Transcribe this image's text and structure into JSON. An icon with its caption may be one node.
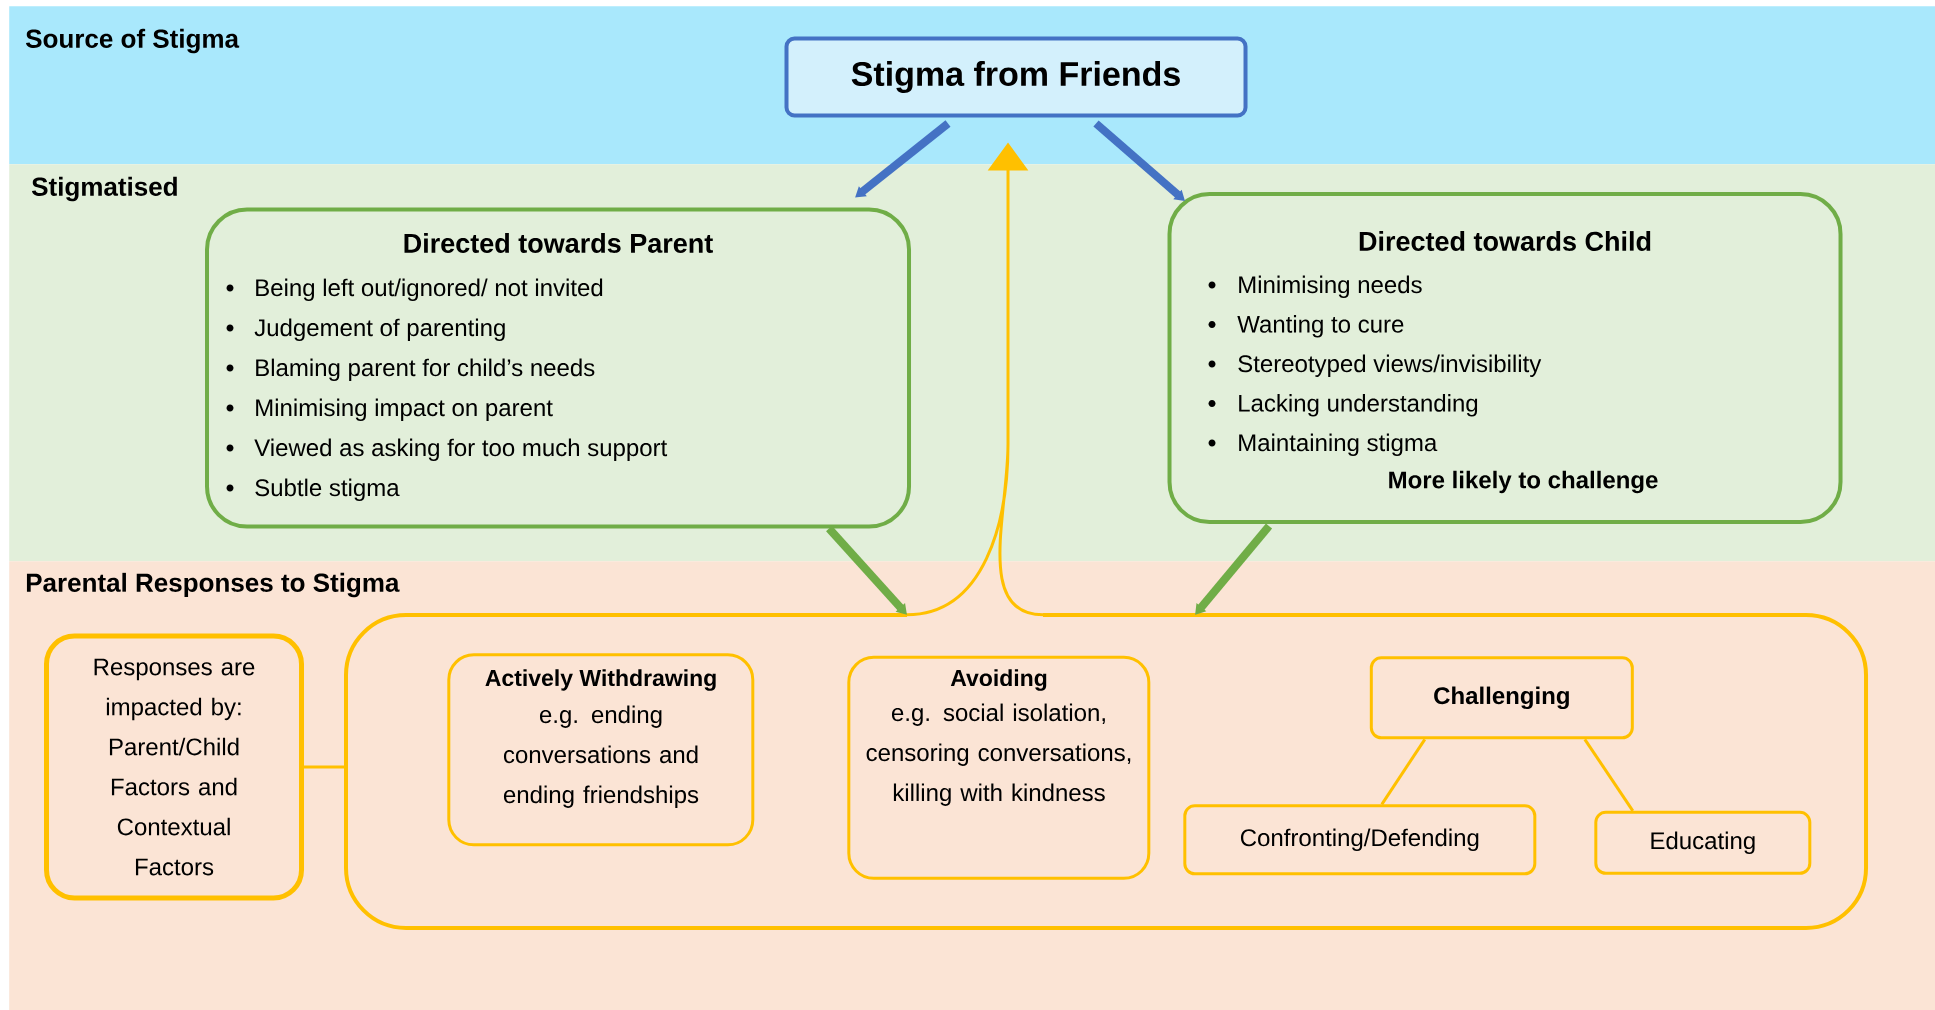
{
  "diagram": {
    "nodes": [
      {
        "text": [
          "Source of Stigma"
        ]
      },
      {
        "text": [
          "Stigma from Friends"
        ],
        "in": 0
      },
      {
        "text": [
          "Stigmatised"
        ]
      },
      {
        "text": [
          "Directed towards Parent",
          "Being left out/ignored/ not invited",
          "Judgement of parenting",
          "Blaming parent for child’s needs",
          "Minimising impact on parent",
          "Viewed as asking for too much support",
          "Subtle stigma"
        ],
        "in": 2
      },
      {
        "text": [
          "Directed towards Child",
          "Minimising needs",
          "Wanting to cure",
          "Stereotyped views/invisibility",
          "Lacking understanding",
          "Maintaining stigma",
          "More likely to challenge"
        ],
        "in": 2
      },
      {
        "text": [
          "Parental Responses to Stigma"
        ]
      },
      {
        "text": [
          "Responses are impacted by: Parent/Child Factors and Contextual Factors"
        ],
        "in": 5
      },
      {
        "text": [],
        "shape": "box",
        "in": 5
      },
      {
        "text": [
          "Actively Withdrawing",
          "e.g. ending conversations and ending friendships"
        ],
        "in": 7
      },
      {
        "text": [
          "Avoiding",
          "e.g. social isolation, censoring conversations, killing with kindness"
        ],
        "in": 7
      },
      {
        "text": [
          "Challenging"
        ],
        "in": 7
      },
      {
        "text": [
          "Confronting/Defending"
        ],
        "in": 7
      },
      {
        "text": [
          "Educating"
        ],
        "in": 7
      }
    ],
    "edges": [
      {
        "from": 1,
        "to": 3,
        "arrow": "to",
        "style": "thick",
        "color": "#4472c4"
      },
      {
        "from": 1,
        "to": 4,
        "arrow": "to",
        "style": "thick",
        "color": "#4472c4"
      },
      {
        "from": 3,
        "to": 7,
        "arrow": "to",
        "style": "thick",
        "color": "#70ad47"
      },
      {
        "from": 4,
        "to": 7,
        "arrow": "to",
        "style": "thick",
        "color": "#70ad47"
      },
      {
        "from": 7,
        "to": 1,
        "arrow": "to"
      },
      {
        "from": 6,
        "to": 7,
        "arrow": "none"
      },
      {
        "from": 10,
        "to": 11,
        "arrow": "none"
      },
      {
        "from": 10,
        "to": 12,
        "arrow": "none"
      }
    ]
  }
}
